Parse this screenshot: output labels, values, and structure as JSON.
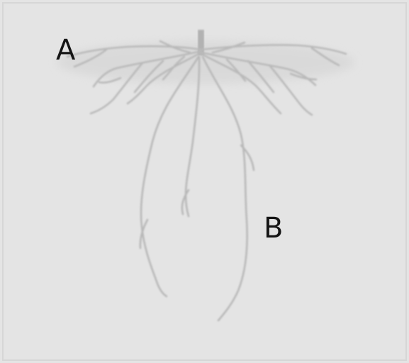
{
  "labels": {
    "a": "A",
    "b": "B"
  },
  "colors": {
    "background": "#e4e4e4",
    "root": "#b9b9b9",
    "soil_line": "#c3c3c3",
    "label_text": "#151515"
  },
  "icons": {
    "soil_surface": "soil-surface-line",
    "stem": "plant-stem",
    "shallow_roots": "lateral-root-system",
    "tap_roots": "deep-tap-root-system"
  }
}
